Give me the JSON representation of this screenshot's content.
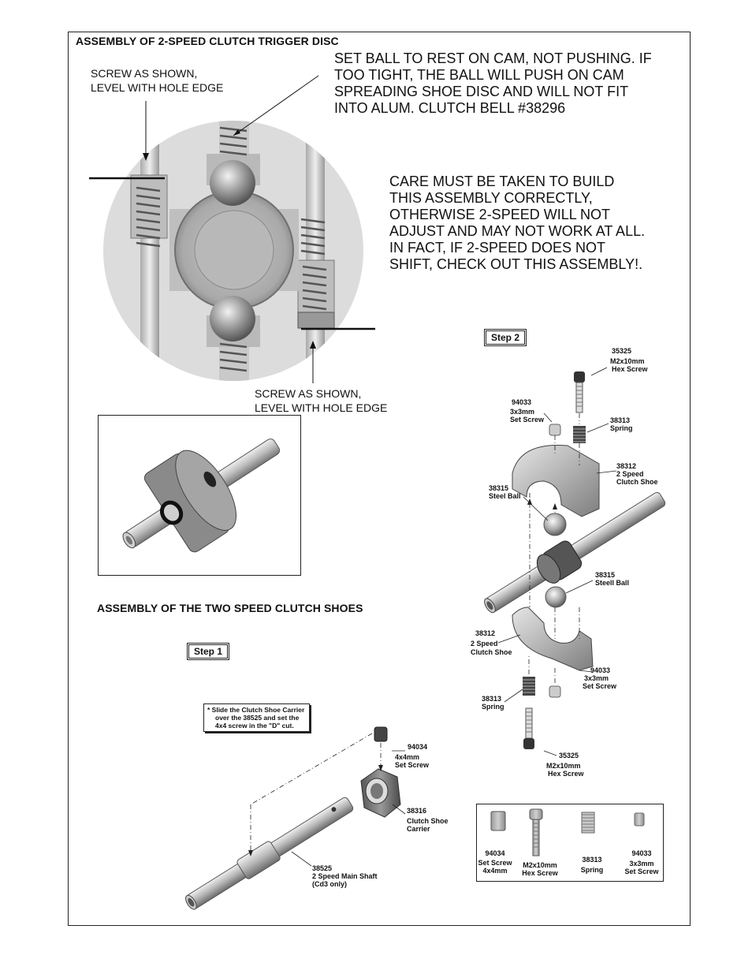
{
  "titles": {
    "trigger_disc": "ASSEMBLY OF 2-SPEED CLUTCH TRIGGER DISC",
    "clutch_shoes": "ASSEMBLY OF THE TWO SPEED CLUTCH SHOES"
  },
  "callouts": {
    "screw_top": [
      "SCREW AS SHOWN,",
      "LEVEL WITH HOLE EDGE"
    ],
    "screw_bottom": [
      "SCREW AS SHOWN,",
      "LEVEL WITH HOLE EDGE"
    ],
    "set_ball": [
      "SET BALL TO REST ON CAM, NOT PUSHING.  IF",
      "TOO TIGHT, THE BALL WILL PUSH ON CAM",
      "SPREADING SHOE DISC AND WILL NOT FIT",
      "INTO ALUM. CLUTCH BELL #38296"
    ],
    "care": [
      "CARE MUST BE TAKEN TO BUILD",
      "THIS ASSEMBLY CORRECTLY,",
      "OTHERWISE 2-SPEED WILL NOT",
      "ADJUST AND MAY NOT WORK AT ALL.",
      "IN FACT, IF 2-SPEED DOES NOT",
      "SHIFT, CHECK OUT THIS ASSEMBLY!."
    ]
  },
  "steps": {
    "step1": "Step 1",
    "step2": "Step 2"
  },
  "note": [
    "* Slide the Clutch Shoe Carrier",
    "over the 38525 and set the",
    "4x4 screw in the \"D\" cut."
  ],
  "step1_parts": {
    "p94034": [
      "94034",
      "4x4mm",
      "Set Screw"
    ],
    "p38316": [
      "38316",
      "Clutch Shoe",
      "Carrier"
    ],
    "p38525": [
      "38525",
      "2 Speed Main Shaft",
      "(Cd3 only)"
    ]
  },
  "step2_parts": {
    "p35325_top": [
      "35325",
      "M2x10mm",
      "Hex Screw"
    ],
    "p94033_top": [
      "94033",
      "3x3mm",
      "Set Screw"
    ],
    "p38313_top": [
      "38313",
      "Spring"
    ],
    "p38312_top": [
      "38312",
      "2 Speed",
      "Clutch Shoe"
    ],
    "p38315_left": [
      "38315",
      "Steel Ball"
    ],
    "p38315_right": [
      "38315",
      "Steell Ball"
    ],
    "p38312_bottom": [
      "38312",
      "2 Speed",
      "Clutch Shoe"
    ],
    "p94033_bottom": [
      "94033",
      "3x3mm",
      "Set Screw"
    ],
    "p38313_bottom": [
      "38313",
      "Spring"
    ],
    "p35325_bottom": [
      "35325",
      "M2x10mm",
      "Hex Screw"
    ]
  },
  "legend": [
    {
      "num": "94034",
      "desc": [
        "Set Screw",
        "4x4mm"
      ]
    },
    {
      "num": "M2x10mm",
      "desc": [
        "Hex Screw"
      ]
    },
    {
      "num": "38313",
      "desc": [
        "Spring"
      ]
    },
    {
      "num": "94033",
      "desc": [
        "3x3mm",
        "Set Screw"
      ]
    }
  ]
}
